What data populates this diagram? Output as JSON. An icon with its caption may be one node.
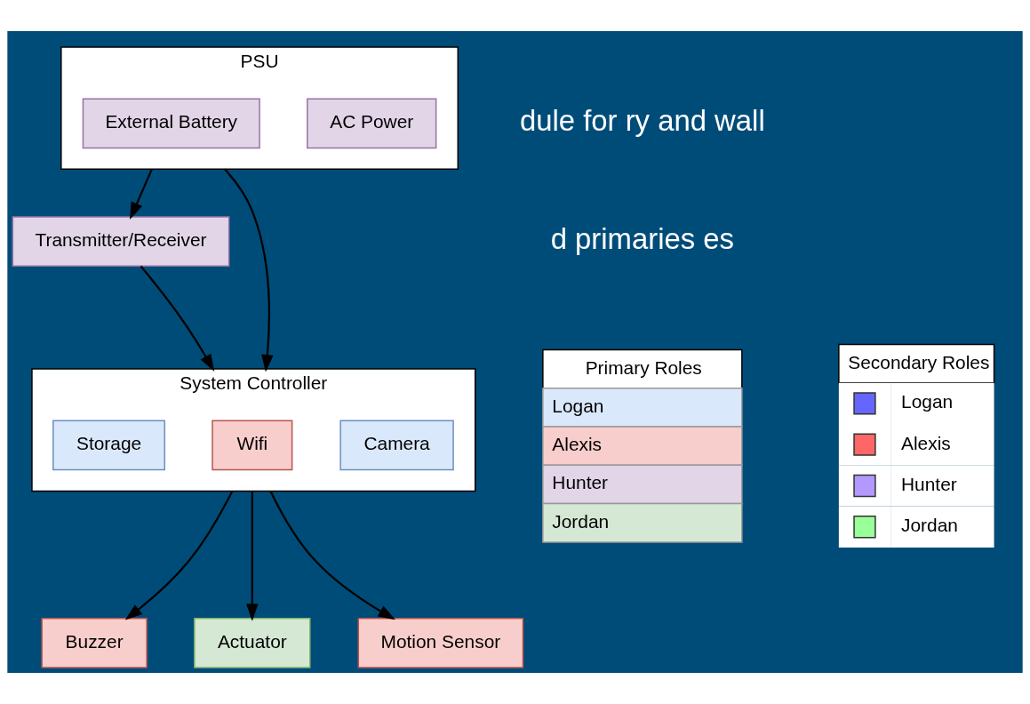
{
  "diagram": {
    "nodes": [
      {
        "text": [
          "PSU"
        ]
      },
      {
        "text": [
          "AC Power"
        ],
        "in": 0
      },
      {
        "text": [
          "External Battery"
        ],
        "in": 0
      },
      {
        "text": [
          "Transmitter/Receiver"
        ]
      },
      {
        "text": [
          "System Controller"
        ]
      },
      {
        "text": [
          "Camera"
        ],
        "in": 4
      },
      {
        "text": [
          "Wifi"
        ],
        "in": 4
      },
      {
        "text": [
          "Storage"
        ],
        "in": 4
      },
      {
        "text": [
          "Buzzer"
        ]
      },
      {
        "text": [
          "Actuator"
        ]
      },
      {
        "text": [
          "Motion Sensor"
        ]
      }
    ],
    "edges": [
      {
        "from": 0,
        "to": 3,
        "arrow": "to"
      },
      {
        "from": 0,
        "to": 4,
        "arrow": "to"
      },
      {
        "from": 3,
        "to": 4,
        "arrow": "to"
      },
      {
        "from": 4,
        "to": 8,
        "arrow": "to"
      },
      {
        "from": 4,
        "to": 9,
        "arrow": "to"
      },
      {
        "from": 4,
        "to": 10,
        "arrow": "to"
      }
    ],
    "labels": [
      "dule for ry and wall",
      "d primaries es",
      "Primary Roles",
      "Secondary Roles"
    ],
    "legend": [
      {
        "text": "Logan",
        "color": "#dae8fc"
      },
      {
        "text": "Alexis",
        "color": "#f8cecc"
      },
      {
        "text": "Hunter",
        "color": "#e1d5e7"
      },
      {
        "text": "Jordan",
        "color": "#d5e8d4"
      },
      {
        "text": "Logan",
        "color": "#6666ff"
      },
      {
        "text": "Alexis",
        "color": "#ff6666"
      },
      {
        "text": "Hunter",
        "color": "#b399ff"
      },
      {
        "text": "Jordan",
        "color": "#99ff99"
      }
    ]
  }
}
